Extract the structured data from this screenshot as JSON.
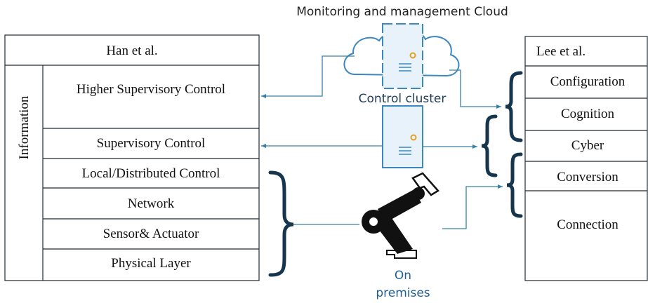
{
  "cloud_label": "Monitoring and management Cloud",
  "control_cluster_label": "Control cluster",
  "on_premises_label": {
    "line1": "On",
    "line2": "premises"
  },
  "han": {
    "title": "Han et al.",
    "side_label": "Information",
    "layers": [
      "Higher Supervisory Control",
      "Supervisory Control",
      "Local/Distributed Control",
      "Network",
      "Sensor& Actuator",
      "Physical Layer"
    ]
  },
  "lee": {
    "title": "Lee et al.",
    "layers": [
      "Configuration",
      "Cognition",
      "Cyber",
      "Conversion",
      "Connection"
    ]
  },
  "colors": {
    "line": "#1f2a33",
    "arrow": "#3a7fa6",
    "brace": "#17364d",
    "server_fill": "#e8f2fa",
    "server_stroke": "#3b87c0",
    "server_dot": "#e3a020",
    "label_blue": "#1f5f96",
    "robot": "#111111"
  },
  "icons": [
    "cloud-icon",
    "server-icon",
    "robot-arm-icon",
    "curly-brace-icon"
  ]
}
